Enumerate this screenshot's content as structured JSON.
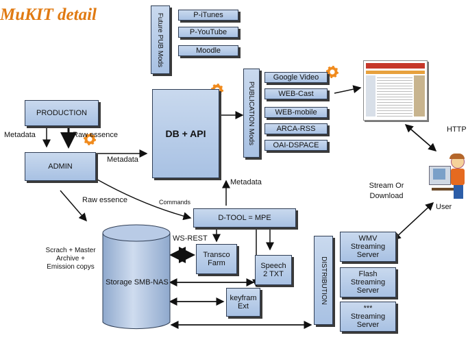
{
  "title": "MuKIT detail",
  "future_mods": {
    "label": "Future PUB Mods",
    "items": [
      "P-iTunes",
      "P-YouTube",
      "Moodle"
    ]
  },
  "publication_mods": {
    "label": "PUBLICATION Mods",
    "items": [
      "Google Video",
      "WEB-Cast",
      "WEB-mobile",
      "ARCA-RSS",
      "OAI-DSPACE"
    ]
  },
  "production": "PRODUCTION",
  "admin": "ADMIN",
  "db_api": "DB + API",
  "dtool": "D-TOOL = MPE",
  "transco": "Transco Farm",
  "speech": "Speech 2 TXT",
  "keyframe": "keyfram Ext",
  "storage": "Storage SMB-NAS",
  "distribution": {
    "label": "DISTRIBUTION",
    "servers": [
      "WMV Streaming Server",
      "Flash Streaming Server",
      "*** Streaming Server"
    ]
  },
  "labels": {
    "metadata_left": "Metadata",
    "raw_essence_top": "Raw essence",
    "metadata_admin_db": "Metadata",
    "metadata_dtool_db": "Metadata",
    "raw_essence_bottom": "Raw essence",
    "commands": "Commands",
    "ws_rest": "WS-REST",
    "scratch": "Scrach + Master Archive + Emission copys",
    "http": "HTTP",
    "stream": "Stream Or Download",
    "user": "User"
  }
}
